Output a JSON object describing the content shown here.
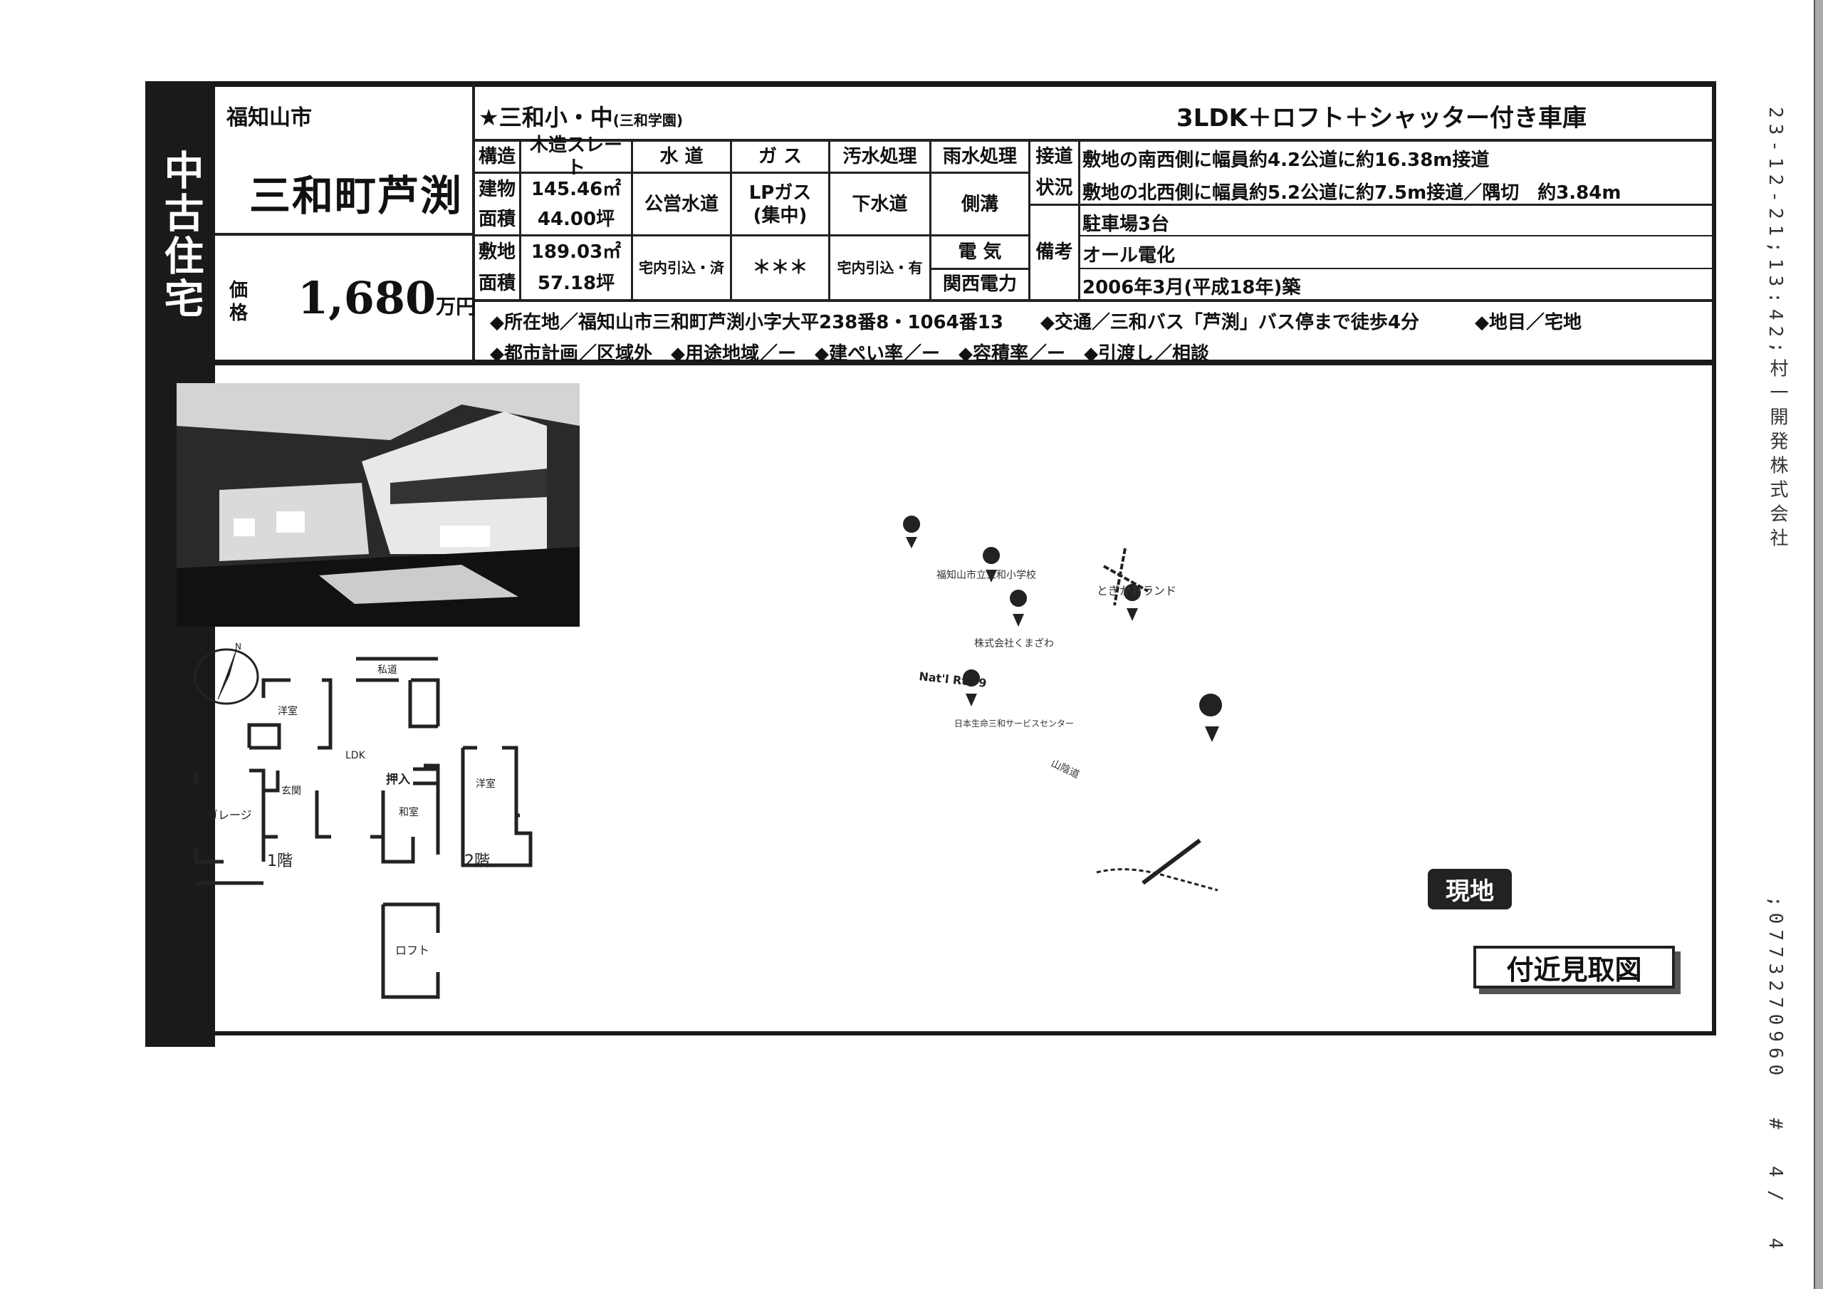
{
  "category": "中古住宅",
  "city": "福知山市",
  "area_name": "三和町芦渕",
  "price": {
    "label": "価格",
    "value": "1,680",
    "unit": "万円"
  },
  "school": {
    "main": "★三和小・中",
    "sub": "(三和学園)"
  },
  "headline": "3LDK＋ロフト＋シャッター付き車庫",
  "specs": {
    "structure_label": "構造",
    "structure_value": "木造スレート",
    "building_label_1": "建物",
    "building_label_2": "面積",
    "building_m2": "145.46㎡",
    "building_tsubo": "44.00坪",
    "land_label_1": "敷地",
    "land_label_2": "面積",
    "land_m2": "189.03㎡",
    "land_tsubo": "57.18坪"
  },
  "utilities": {
    "headers": [
      "水 道",
      "ガ ス",
      "汚水処理",
      "雨水処理"
    ],
    "water": "公営水道",
    "gas_1": "LPガス",
    "gas_2": "(集中)",
    "sewage": "下水道",
    "rain": "側溝",
    "water_hookup": "宅内引込・済",
    "gas_hookup": "＊＊＊",
    "sewage_hookup": "宅内引込・有",
    "electric_label": "電 気",
    "electric_value": "関西電力"
  },
  "road": {
    "label_1": "接道",
    "label_2": "状況",
    "line_1": "敷地の南西側に幅員約4.2公道に約16.38m接道",
    "line_2": "敷地の北西側に幅員約5.2公道に約7.5m接道／隅切　約3.84m"
  },
  "remarks": {
    "label": "備考",
    "items": [
      "駐車場3台",
      "オール電化",
      "2006年3月(平成18年)築"
    ]
  },
  "bullets": {
    "line_1": [
      "◆所在地／福知山市三和町芦渕小字大平238番8・1064番13",
      "◆交通／三和バス「芦渕」バス停まで徒歩4分",
      "◆地目／宅地"
    ],
    "line_2": [
      "◆都市計画／区域外",
      "◆用途地域／ー",
      "◆建ぺい率／ー",
      "◆容積率／ー",
      "◆引渡し／相談"
    ]
  },
  "floor_plan": {
    "rooms": [
      "洋室",
      "LDK",
      "和室",
      "押入",
      "玄関",
      "ガレージ",
      "洋室",
      "ロフト",
      "私道"
    ],
    "floor_1": "1階",
    "floor_2": "2階",
    "north": "N"
  },
  "map": {
    "road_label": "Nat'l Rte 9",
    "places": [
      "福知山市立三和小学校",
      "株式会社くまざわ",
      "とぎかおランド",
      "日本生命三和サービスセンター",
      "山陰道"
    ],
    "site_label": "現地",
    "title": "付近見取図"
  },
  "fax_header": {
    "timestamp": "23-12-21;13:42",
    "sender": ";村一開発株式会社",
    "phone": ";0773270960",
    "page": "# 4/ 4"
  }
}
